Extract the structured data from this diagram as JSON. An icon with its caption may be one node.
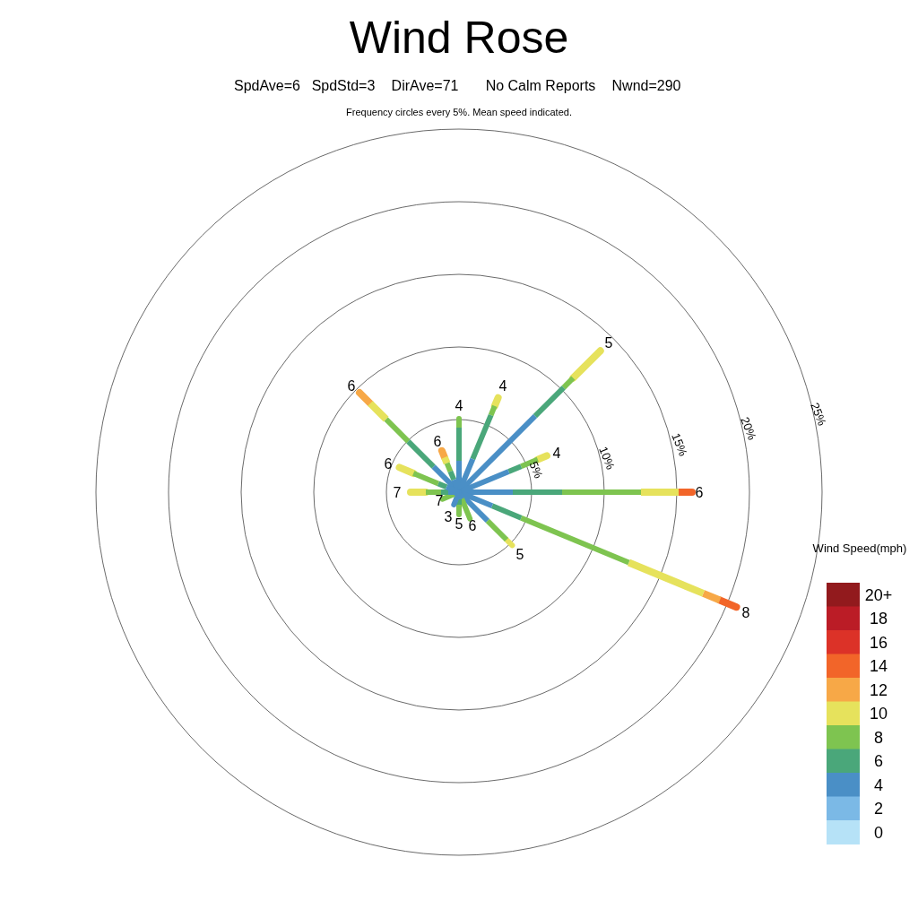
{
  "diagram": {
    "title": "Wind Rose",
    "labels": [
      "SpdAve=6",
      "SpdStd=3",
      "DirAve=71",
      "No Calm Reports",
      "Nwnd=290",
      "Frequency circles every 5%. Mean speed indicated.",
      "5",
      "6",
      "4",
      "4",
      "25%",
      "20%",
      "6",
      "15%",
      "4",
      "10%",
      "6",
      "5%",
      "7",
      "6",
      "7",
      "3",
      "5",
      "6",
      "Wind Speed(mph)",
      "5",
      "8"
    ],
    "legend": [
      {
        "text": "20+",
        "color": "#921a1d"
      },
      {
        "text": "18",
        "color": "#bb1c26"
      },
      {
        "text": "16",
        "color": "#dc3228"
      },
      {
        "text": "14",
        "color": "#f26529"
      },
      {
        "text": "12",
        "color": "#f7a847"
      },
      {
        "text": "10",
        "color": "#e6e25c"
      },
      {
        "text": "8",
        "color": "#7ec450"
      },
      {
        "text": "6",
        "color": "#4aa77a"
      },
      {
        "text": "4",
        "color": "#4a8fc6"
      },
      {
        "text": "2",
        "color": "#7bb9e6"
      },
      {
        "text": "0",
        "color": "#b6e2f7"
      }
    ]
  }
}
